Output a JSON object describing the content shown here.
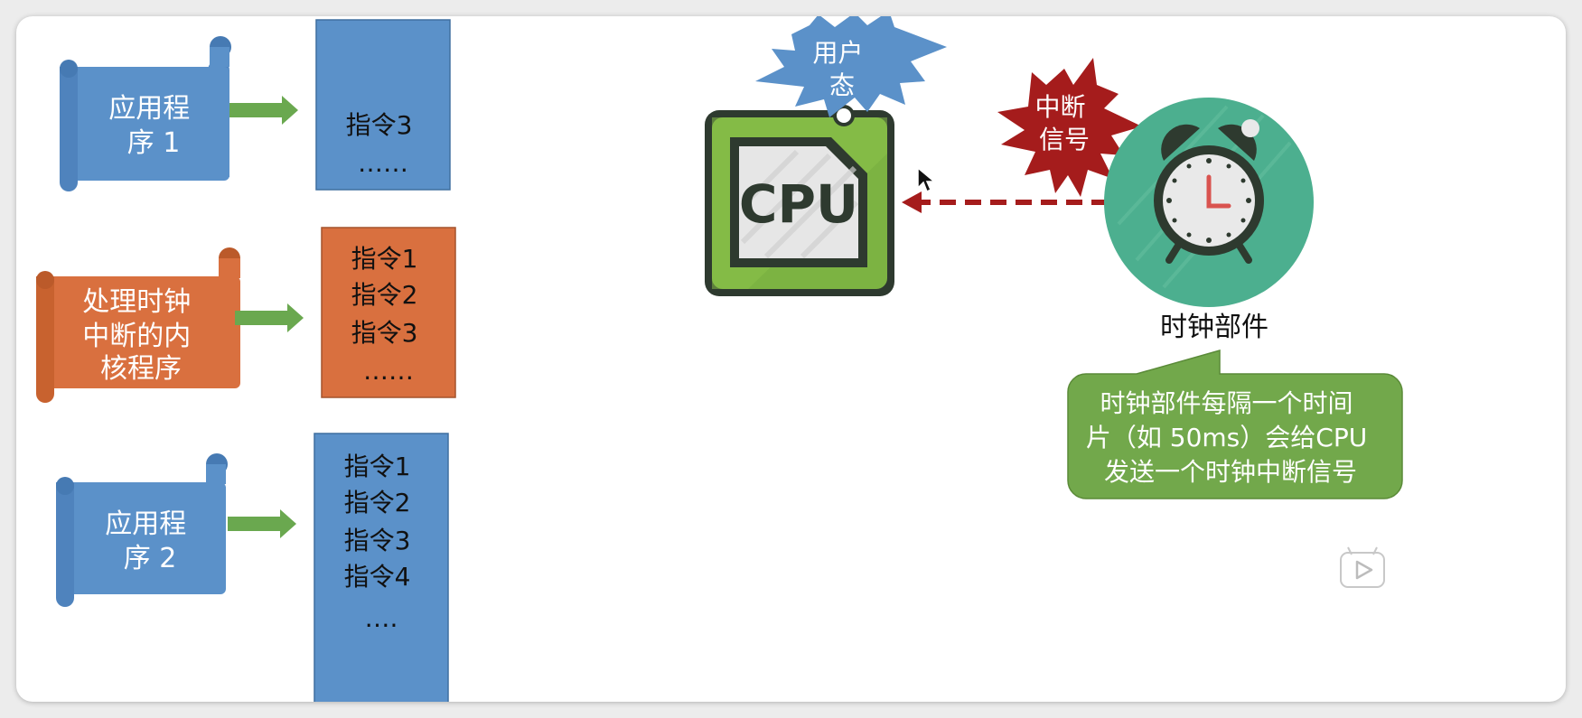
{
  "scrolls": [
    {
      "lines": [
        "应用程",
        "序 1"
      ],
      "color": "#5b91c9"
    },
    {
      "lines": [
        "处理时钟",
        "中断的内",
        "核程序"
      ],
      "color": "#d9703f"
    },
    {
      "lines": [
        "应用程",
        "序 2"
      ],
      "color": "#5b91c9"
    }
  ],
  "instruction_boxes": [
    {
      "lines": [
        "指令3",
        "……"
      ],
      "color": "#5b91c9"
    },
    {
      "lines": [
        "指令1",
        "指令2",
        "指令3",
        "……"
      ],
      "color": "#d9703f"
    },
    {
      "lines": [
        "指令1",
        "指令2",
        "指令3",
        "指令4",
        "…."
      ],
      "color": "#5b91c9"
    }
  ],
  "cpu": {
    "label": "CPU"
  },
  "user_mode_burst": {
    "lines": [
      "用户",
      "态"
    ]
  },
  "interrupt_burst": {
    "lines": [
      "中断",
      "信号"
    ]
  },
  "clock": {
    "caption": "时钟部件"
  },
  "callout": {
    "lines": [
      "时钟部件每隔一个时间",
      "片（如 50ms）会给CPU",
      "发送一个时钟中断信号"
    ]
  },
  "colors": {
    "blue": "#5b91c9",
    "orange": "#d9703f",
    "green_arrow": "#6aa84f",
    "cpu_green": "#7cb342",
    "clock_teal": "#4caf8f",
    "interrupt_red": "#a51c1c",
    "callout_green": "#72a84b"
  },
  "icons": [
    "pointer-cursor-icon",
    "play-icon",
    "alarm-clock-icon",
    "cpu-chip-icon"
  ]
}
